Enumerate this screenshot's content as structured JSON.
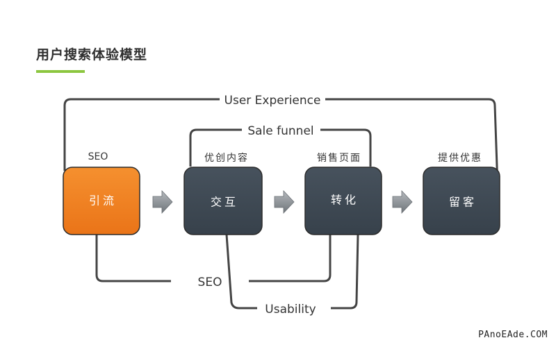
{
  "title": "用户搜索体验模型",
  "colors": {
    "accent_underline": "#8cc63f",
    "primary_box": "#f08021",
    "secondary_box": "#3f4a55",
    "connector": "#444444",
    "arrow": "#8a8f94"
  },
  "loops": {
    "user_experience": "User Experience",
    "sale_funnel": "Sale funnel",
    "seo_bottom": "SEO",
    "usability": "Usability"
  },
  "stages": [
    {
      "label": "引流",
      "tag": "SEO",
      "style": "primary"
    },
    {
      "label": "交互",
      "tag": "优创内容",
      "style": "secondary"
    },
    {
      "label": "转化",
      "tag": "销售页面",
      "style": "secondary"
    },
    {
      "label": "留客",
      "tag": "提供优惠",
      "style": "secondary"
    }
  ],
  "watermark": "PAnoEAde.COM"
}
